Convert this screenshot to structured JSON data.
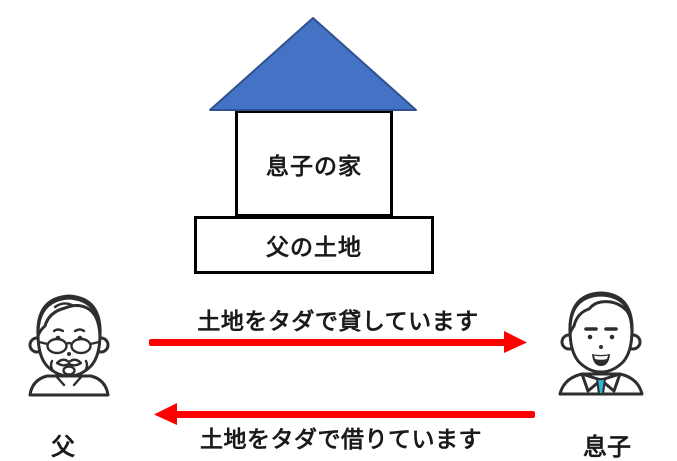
{
  "colors": {
    "roof_fill": "#4472C4",
    "roof_stroke": "#2F528F",
    "arrow_red": "#FF0000",
    "outline_ink": "#2E2E2E",
    "hair_gray": "#B9B9B9",
    "hair_black": "#2B2B2B",
    "tie_teal": "#2BB7D6",
    "box_border": "#000000"
  },
  "house": {
    "body_label": "息子の家",
    "land_label": "父の土地"
  },
  "arrows": {
    "lend": {
      "label": "土地をタダで貸しています",
      "direction": "right"
    },
    "borrow": {
      "label": "土地をタダで借りています",
      "direction": "left"
    }
  },
  "people": {
    "father": {
      "label": "父",
      "icon": "elderly-man-face-icon"
    },
    "son": {
      "label": "息子",
      "icon": "young-man-face-icon"
    }
  }
}
